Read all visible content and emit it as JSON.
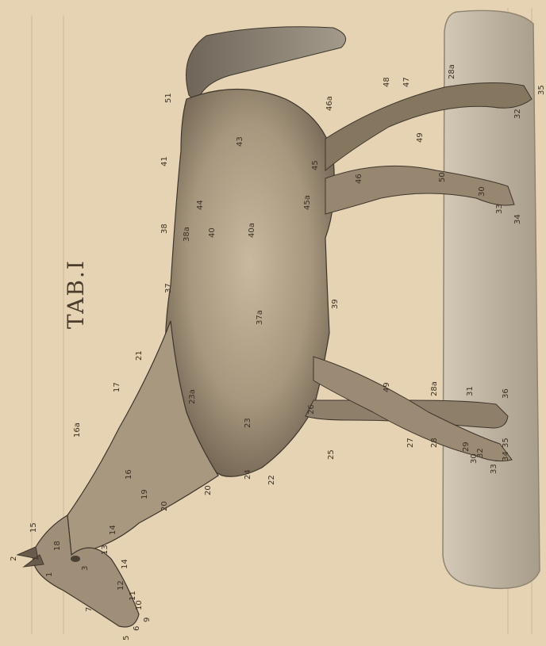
{
  "plate": {
    "title": "TAB.I",
    "labels": [
      {
        "id": "l1",
        "text": "1"
      },
      {
        "id": "l2",
        "text": "2"
      },
      {
        "id": "l3",
        "text": "3"
      },
      {
        "id": "l5",
        "text": "5"
      },
      {
        "id": "l6",
        "text": "6"
      },
      {
        "id": "l7",
        "text": "7"
      },
      {
        "id": "l9",
        "text": "9"
      },
      {
        "id": "l10",
        "text": "10"
      },
      {
        "id": "l11",
        "text": "11"
      },
      {
        "id": "l12",
        "text": "12"
      },
      {
        "id": "l13",
        "text": "13"
      },
      {
        "id": "l14",
        "text": "14"
      },
      {
        "id": "l14a",
        "text": "14"
      },
      {
        "id": "l15",
        "text": "15"
      },
      {
        "id": "l16",
        "text": "16"
      },
      {
        "id": "l16a",
        "text": "16a"
      },
      {
        "id": "l17",
        "text": "17"
      },
      {
        "id": "l18",
        "text": "18"
      },
      {
        "id": "l19",
        "text": "19"
      },
      {
        "id": "l20",
        "text": "20"
      },
      {
        "id": "l20a",
        "text": "20"
      },
      {
        "id": "l21",
        "text": "21"
      },
      {
        "id": "l22",
        "text": "22"
      },
      {
        "id": "l23",
        "text": "23"
      },
      {
        "id": "l23a",
        "text": "23a"
      },
      {
        "id": "l24",
        "text": "24"
      },
      {
        "id": "l25",
        "text": "25"
      },
      {
        "id": "l26",
        "text": "26"
      },
      {
        "id": "l27",
        "text": "27"
      },
      {
        "id": "l28",
        "text": "28"
      },
      {
        "id": "l28a",
        "text": "28a"
      },
      {
        "id": "l28b",
        "text": "28a"
      },
      {
        "id": "l29",
        "text": "29"
      },
      {
        "id": "l30",
        "text": "30"
      },
      {
        "id": "l30a",
        "text": "30"
      },
      {
        "id": "l31",
        "text": "31"
      },
      {
        "id": "l32",
        "text": "32"
      },
      {
        "id": "l32a",
        "text": "32"
      },
      {
        "id": "l33",
        "text": "33"
      },
      {
        "id": "l33a",
        "text": "33"
      },
      {
        "id": "l34",
        "text": "34"
      },
      {
        "id": "l34a",
        "text": "34"
      },
      {
        "id": "l35",
        "text": "35"
      },
      {
        "id": "l35a",
        "text": "35"
      },
      {
        "id": "l36",
        "text": "36"
      },
      {
        "id": "l37",
        "text": "37"
      },
      {
        "id": "l37a",
        "text": "37a"
      },
      {
        "id": "l38",
        "text": "38"
      },
      {
        "id": "l38a",
        "text": "38a"
      },
      {
        "id": "l39",
        "text": "39"
      },
      {
        "id": "l40",
        "text": "40"
      },
      {
        "id": "l40a",
        "text": "40a"
      },
      {
        "id": "l41",
        "text": "41"
      },
      {
        "id": "l43",
        "text": "43"
      },
      {
        "id": "l44",
        "text": "44"
      },
      {
        "id": "l45",
        "text": "45"
      },
      {
        "id": "l45a",
        "text": "45a"
      },
      {
        "id": "l46",
        "text": "46"
      },
      {
        "id": "l46a",
        "text": "46a"
      },
      {
        "id": "l47",
        "text": "47"
      },
      {
        "id": "l48",
        "text": "48"
      },
      {
        "id": "l49",
        "text": "49"
      },
      {
        "id": "l49a",
        "text": "49"
      },
      {
        "id": "l50",
        "text": "50"
      },
      {
        "id": "l51",
        "text": "51"
      }
    ]
  },
  "colors": {
    "paper": "#e6d3b3",
    "ink": "#3b3024",
    "horse_fill": "#b5a58c",
    "horse_shade": "#7d6e5b",
    "ground": "#cbbfae"
  }
}
